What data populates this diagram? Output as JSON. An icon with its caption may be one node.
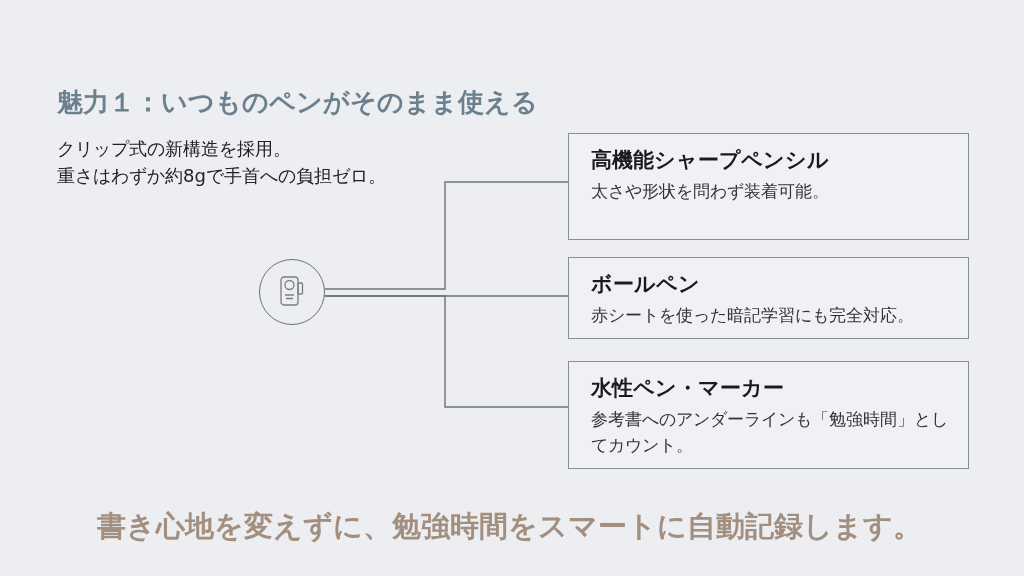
{
  "diagram": {
    "title": "魅力１：いつものペンがそのまま使える",
    "caption": "書き心地を変えずに、勉強時間をスマートに自動記録します。",
    "nodes": [
      {
        "text": [],
        "shape": "circle"
      },
      {
        "text": [
          "高機能シャープペンシル",
          "太さや形状を問わず装着可能。"
        ]
      },
      {
        "text": [
          "ボールペン",
          "赤シートを使った暗記学習にも完全対応。"
        ]
      },
      {
        "text": [
          "水性ペン・マーカー",
          "参考書へのアンダーラインも「勉強時間」としてカウント。"
        ]
      }
    ],
    "edges": [
      {
        "from": 0,
        "to": 1,
        "arrow": "none"
      },
      {
        "from": 0,
        "to": 2,
        "arrow": "none"
      },
      {
        "from": 0,
        "to": 3,
        "arrow": "none"
      }
    ],
    "labels": [
      "クリップ式の新構造を採用。",
      "重さはわずか約8gで手首への負担ゼロ。"
    ]
  }
}
